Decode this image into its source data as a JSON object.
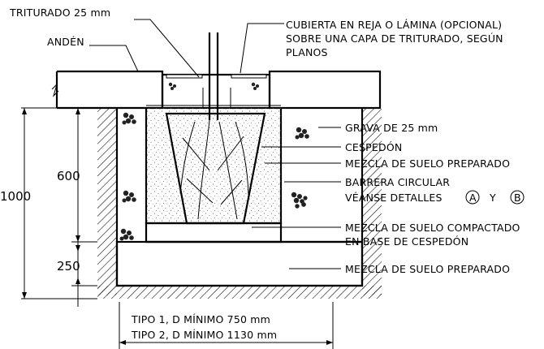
{
  "labels": {
    "triturado": "TRITURADO 25 mm",
    "anden": "ANDÉN",
    "cubierta": [
      "CUBIERTA EN REJA O LÁMINA (OPCIONAL)",
      "SOBRE UNA CAPA DE TRITURADO, SEGÚN",
      "PLANOS"
    ],
    "grava": "GRAVA DE 25 mm",
    "cespedon": "CESPEDÓN",
    "mezcla_preparado_1": "MEZCLA DE SUELO PREPARADO",
    "barrera": [
      "BARRERA CIRCULAR",
      "VÉANSE DETALLES"
    ],
    "detalle_a": "A",
    "detalle_y": "Y",
    "detalle_b": "B",
    "mezcla_compactado": [
      "MEZCLA DE SUELO COMPACTADO",
      "EN BASE DE CESPEDÓN"
    ],
    "mezcla_preparado_2": "MEZCLA DE SUELO PREPARADO"
  },
  "dimensions": {
    "total": "1000",
    "upper": "600",
    "lower": "250"
  },
  "notes": {
    "tipo1": "TIPO 1, D MÍNIMO 750 mm",
    "tipo2": "TIPO 2, D MÍNIMO 1130 mm"
  }
}
